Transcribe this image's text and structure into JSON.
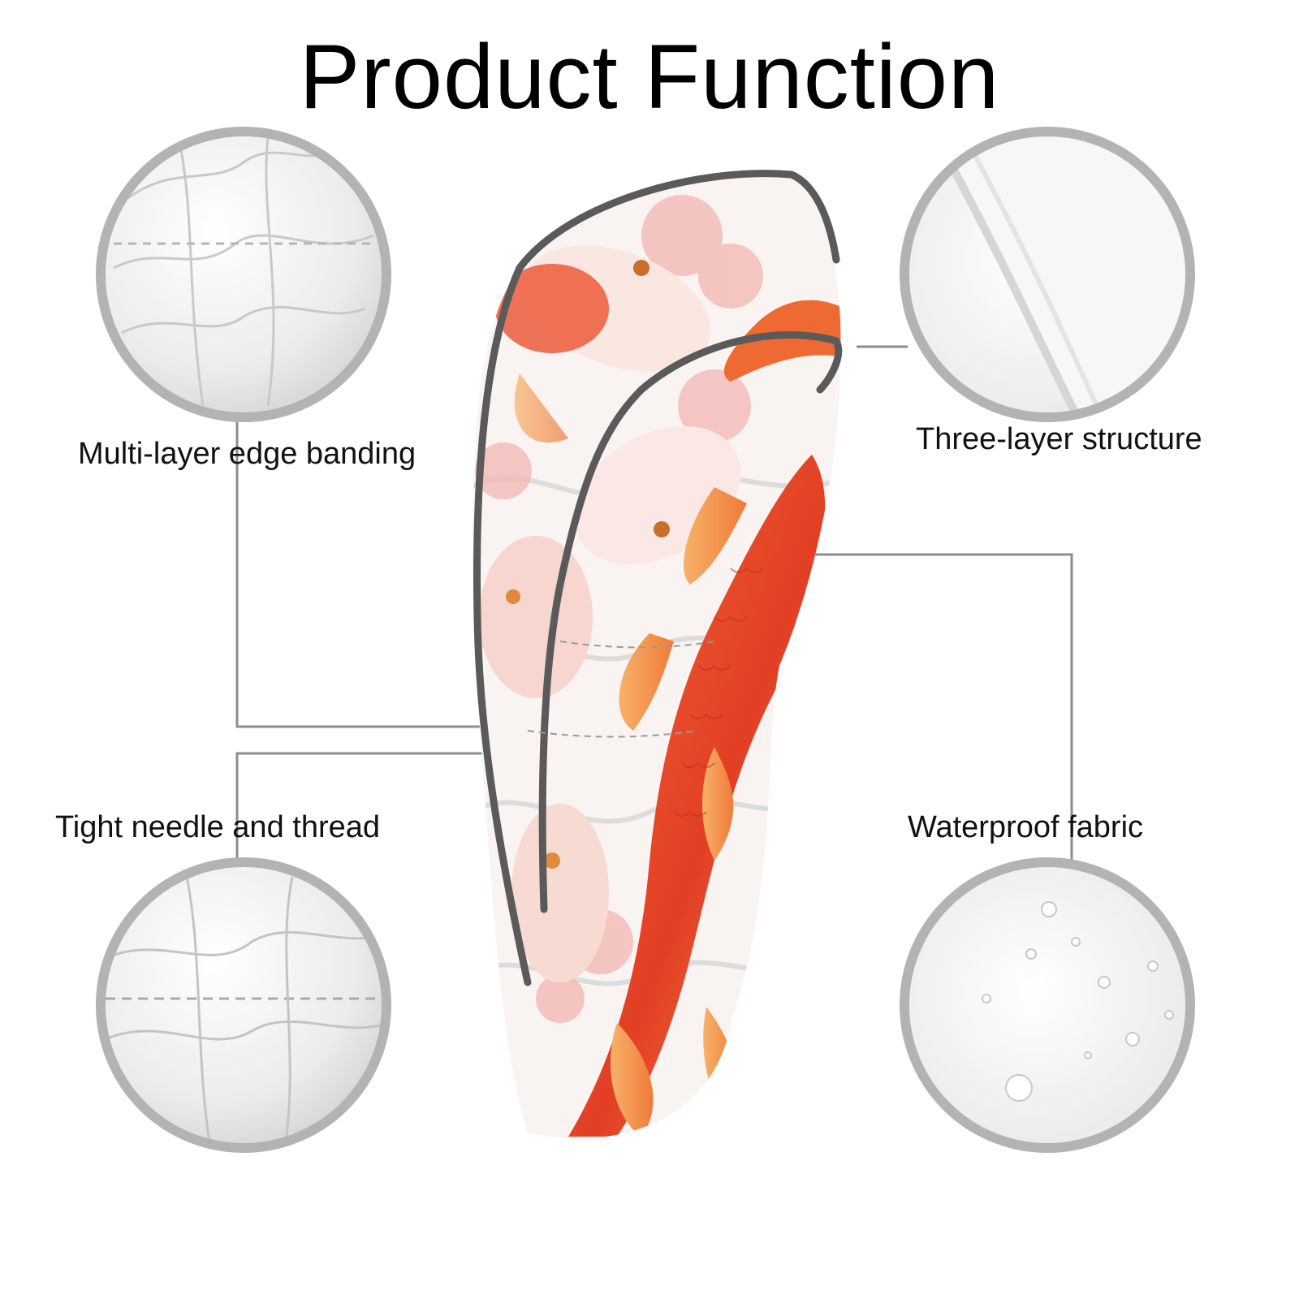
{
  "title": "Product Function",
  "features": {
    "multi_layer": "Multi-layer edge banding",
    "three_layer": "Three-layer structure",
    "tight_needle": "Tight needle and thread",
    "waterproof": "Waterproof fabric"
  },
  "colors": {
    "circle_border": "#b3b3b3",
    "leader_line": "#8c8c8c",
    "piping": "#5a5a5a",
    "koi_red": "#e8452a",
    "koi_orange": "#f08a3c",
    "blossom_pink": "#f3b9b5"
  }
}
